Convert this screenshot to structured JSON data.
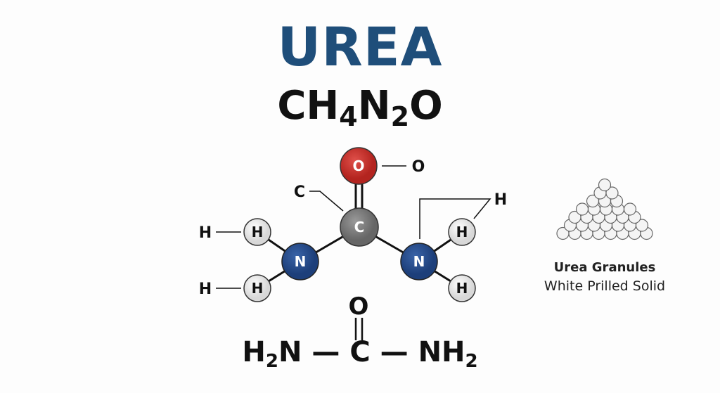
{
  "title": "UREA",
  "formula": {
    "c": "C",
    "h": "H",
    "h_sub": "4",
    "n": "N",
    "n_sub": "2",
    "o": "O"
  },
  "atoms": {
    "oxygen": "O",
    "carbon": "C",
    "nitrogen_left": "N",
    "nitrogen_right": "N",
    "hydrogen": "H"
  },
  "callouts": {
    "o": "O",
    "c": "C",
    "h_left_top": "H",
    "h_left_bottom": "H",
    "h_right": "H"
  },
  "structural": {
    "o": "O",
    "left": "H",
    "left_sub": "2",
    "left_n": "N",
    "dash": "—",
    "c": "C",
    "right": "NH",
    "right_sub": "2"
  },
  "granules": {
    "title": "Urea Granules",
    "subtitle": "White Prilled Solid"
  },
  "colors": {
    "title": "#1f4e7a",
    "oxygen": "#c9302c",
    "carbon": "#7a7a7a",
    "nitrogen": "#234a8c",
    "hydrogen": "#eeeeee"
  }
}
